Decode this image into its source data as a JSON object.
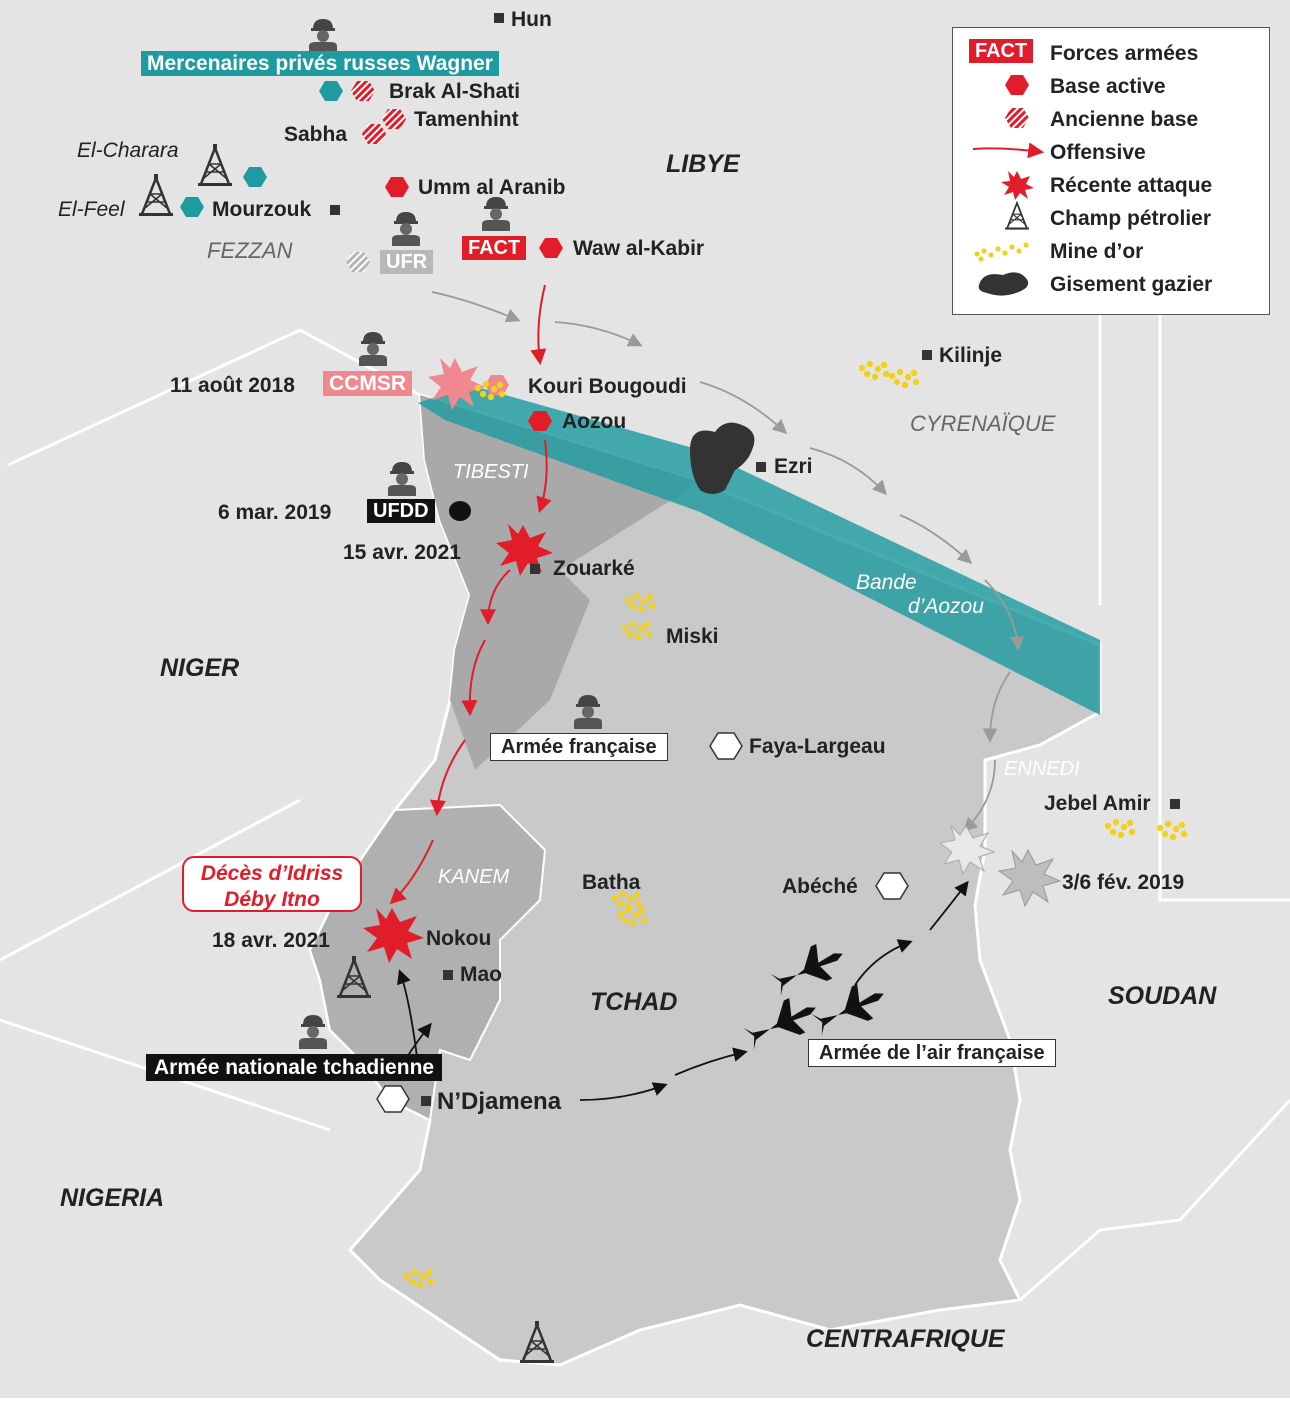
{
  "legend": {
    "fact_tag": "FACT",
    "items": [
      {
        "icon": "red-tag-icon",
        "label": "Forces armées"
      },
      {
        "icon": "red-hexagon-icon",
        "label": "Base active"
      },
      {
        "icon": "hatched-hexagon-icon",
        "label": "Ancienne base"
      },
      {
        "icon": "red-arrow-icon",
        "label": "Offensive"
      },
      {
        "icon": "explosion-icon",
        "label": "Récente attaque"
      },
      {
        "icon": "oil-derrick-icon",
        "label": "Champ pétrolier"
      },
      {
        "icon": "gold-dots-icon",
        "label": "Mine d’or"
      },
      {
        "icon": "gas-blob-icon",
        "label": "Gisement gazier"
      }
    ]
  },
  "countries": {
    "libye": "LIBYE",
    "niger": "NIGER",
    "nigeria": "NIGERIA",
    "tchad": "TCHAD",
    "soudan": "SOUDAN",
    "centrafrique": "CENTRAFRIQUE"
  },
  "regions": {
    "fezzan": "FEZZAN",
    "cyrenaique": "CYRENAÏQUE",
    "tibesti": "TIBESTI",
    "ennedi": "ENNEDI",
    "kanem": "KANEM",
    "bande_line1": "Bande",
    "bande_line2": "d’Aozou"
  },
  "places": {
    "hun": "Hun",
    "brak": "Brak Al-Shati",
    "tamenhint": "Tamenhint",
    "sabha": "Sabha",
    "el_charara": "El-Charara",
    "el_feel": "El-Feel",
    "mourzouk": "Mourzouk",
    "umm": "Umm al Aranib",
    "waw": "Waw al-Kabir",
    "kilinje": "Kilinje",
    "kouri": "Kouri Bougoudi",
    "aozou": "Aozou",
    "ezri": "Ezri",
    "zouarke": "Zouarké",
    "miski": "Miski",
    "faya": "Faya-Largeau",
    "jebel": "Jebel Amir",
    "batha": "Batha",
    "abeche": "Abéché",
    "nokou": "Nokou",
    "mao": "Mao",
    "ndjamena": "N’Djamena"
  },
  "forces": {
    "wagner": "Mercenaires privés russes Wagner",
    "fact": "FACT",
    "ufr": "UFR",
    "ccmsr": "CCMSR",
    "ufdd": "UFDD",
    "armee_francaise": "Armée française",
    "armee_tchad": "Armée nationale tchadienne",
    "armee_air": "Armée de l’air française"
  },
  "events": {
    "ccmsr_date": "11 août 2018",
    "ufdd_date": "6 mar. 2019",
    "zouarke_date": "15 avr. 2021",
    "nokou_date": "18 avr. 2021",
    "ennedi_date": "3/6 fév. 2019",
    "deces_line1": "Décès d’Idriss",
    "deces_line2": "Déby Itno"
  },
  "colors": {
    "red": "#e11d2a",
    "teal": "#1e9ba0",
    "pink": "#f0888f",
    "land_outside": "#e4e4e4",
    "chad": "#c9c9c9",
    "north_chad": "#a9a9a9",
    "kanem": "#b0b0b0",
    "gold": "#f2d11c"
  }
}
